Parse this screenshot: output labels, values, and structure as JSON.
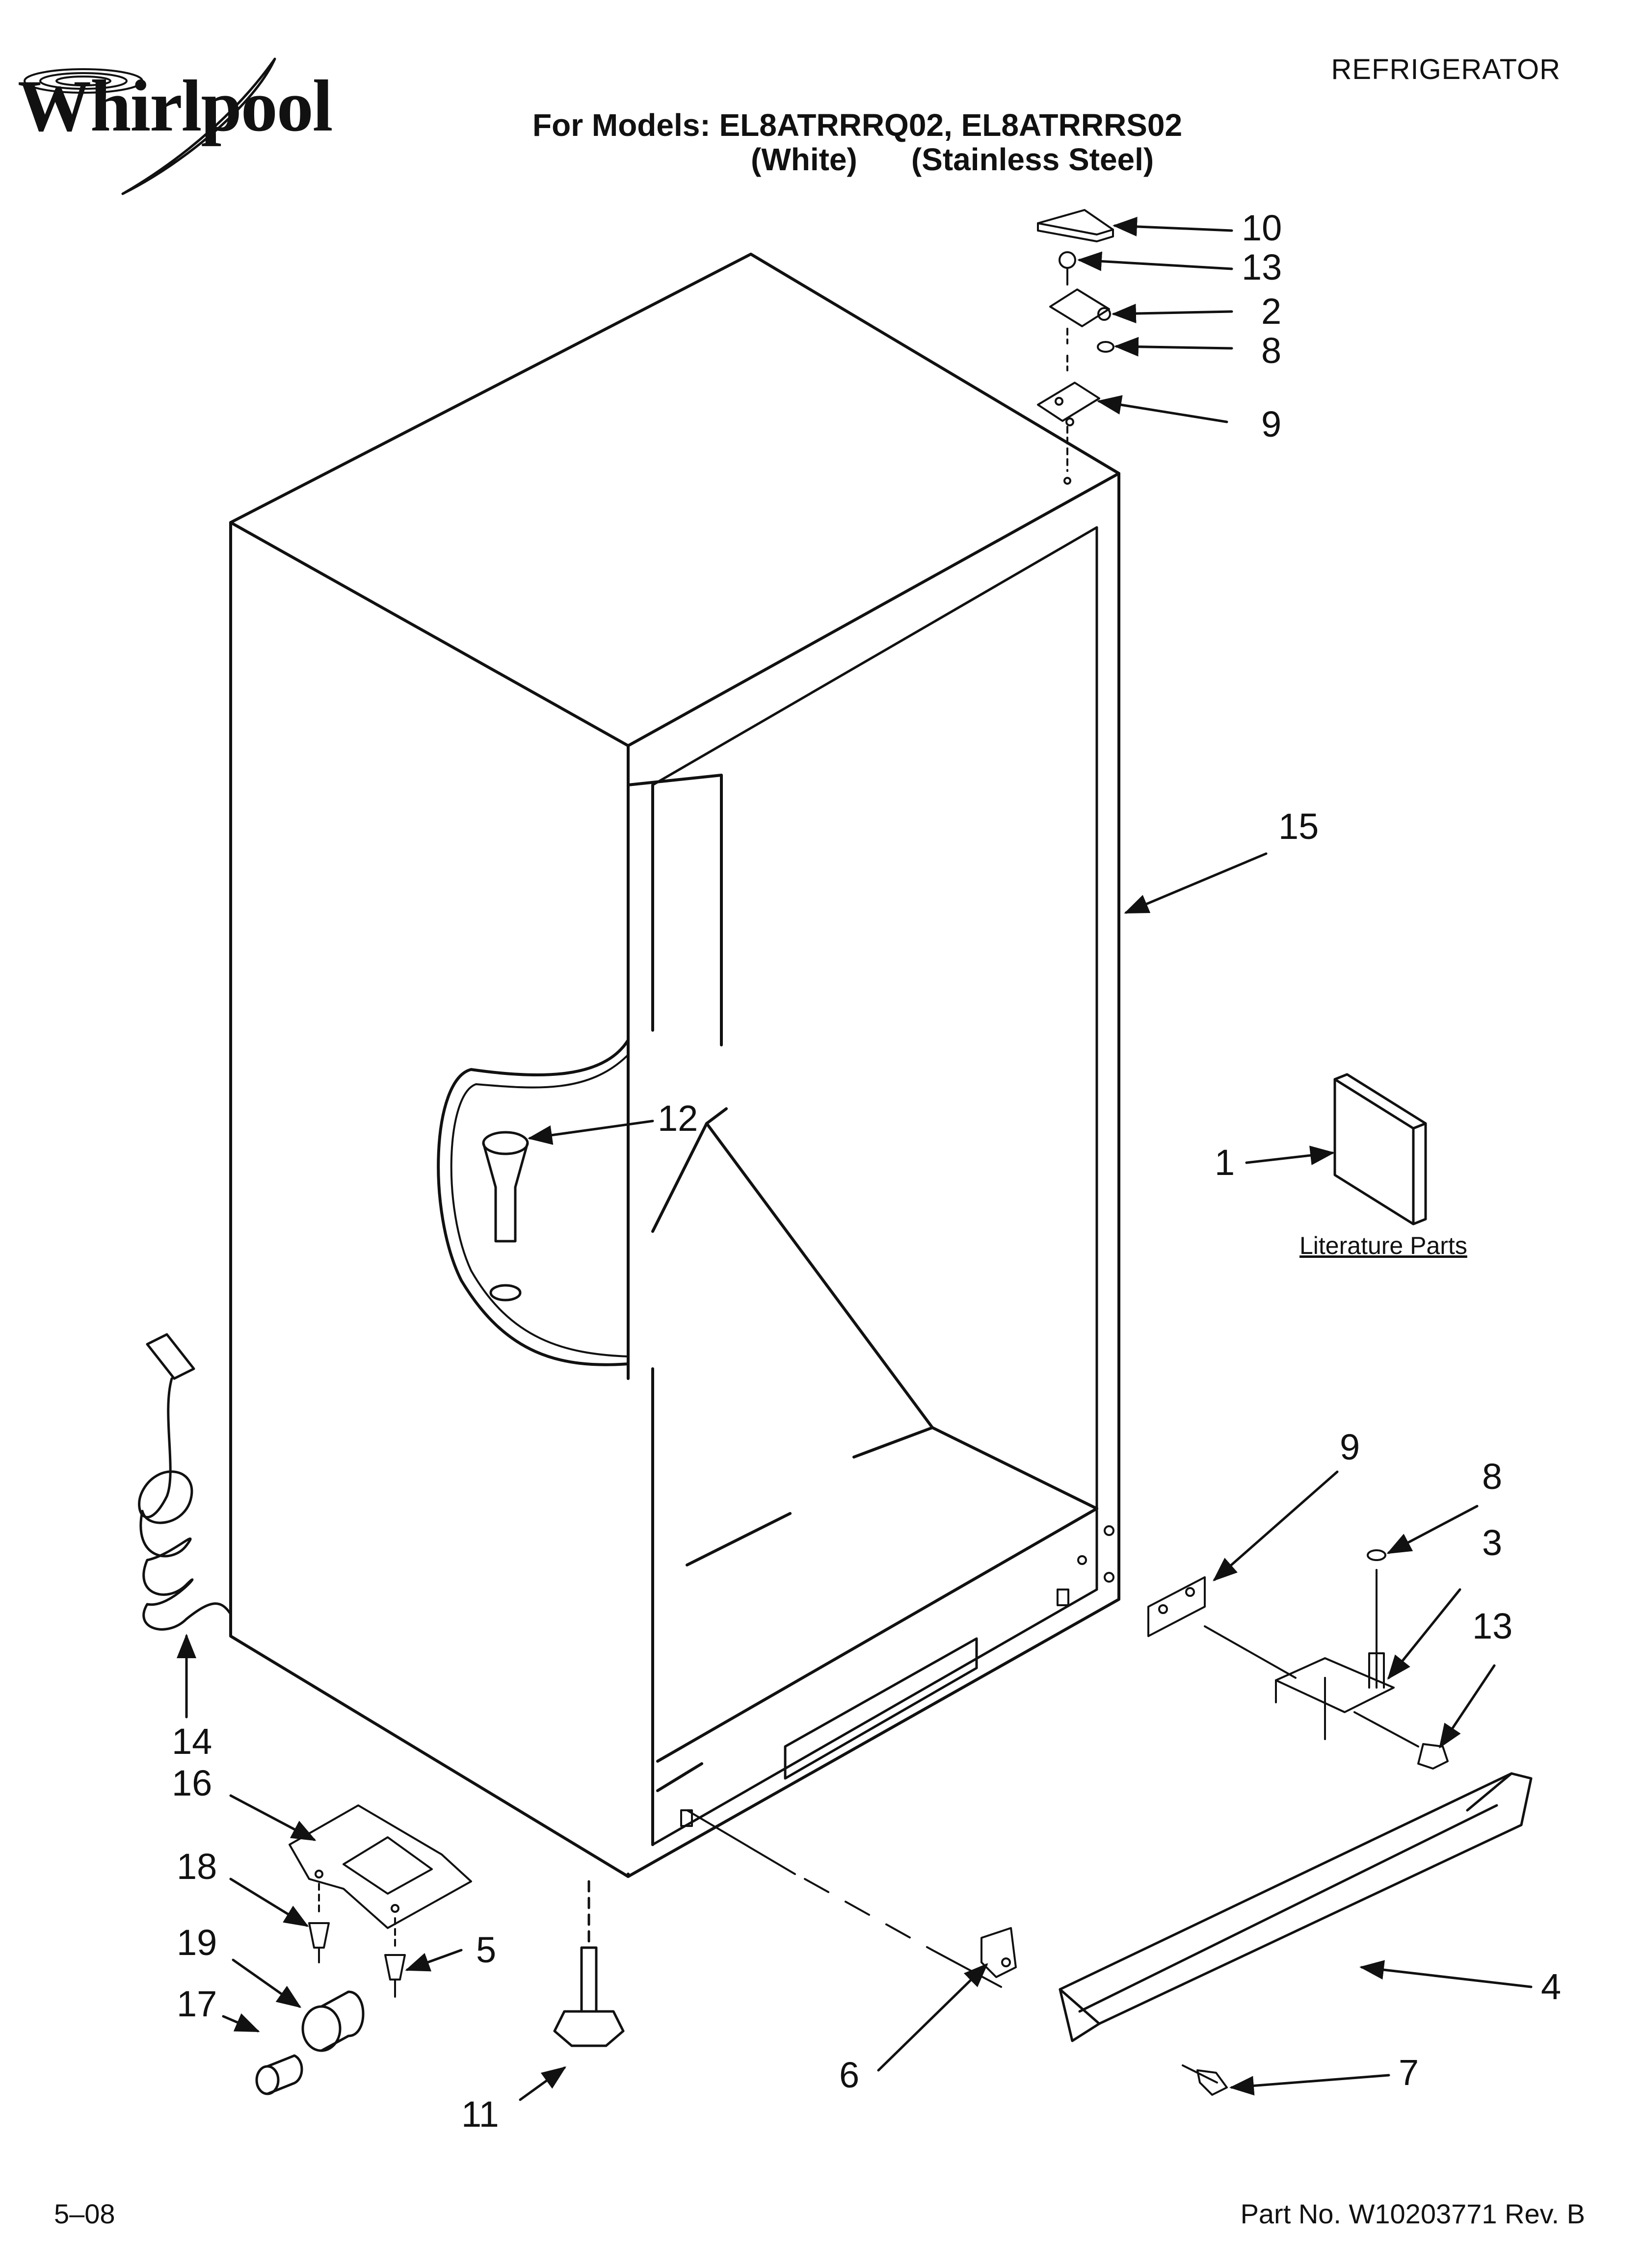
{
  "header": {
    "brand": "Whirlpool",
    "category": "REFRIGERATOR",
    "models_line": "For Models: EL8ATRRRQ02, EL8ATRRRS02",
    "color_white": "(White)",
    "color_stainless": "(Stainless Steel)"
  },
  "literature_label": "Literature Parts",
  "footer": {
    "date": "5–08",
    "part_number": "Part No. W10203771 Rev. B"
  },
  "callouts": {
    "c10": "10",
    "c13_top": "13",
    "c2": "2",
    "c8_top": "8",
    "c9_top": "9",
    "c15": "15",
    "c12": "12",
    "c1": "1",
    "c9_bottom": "9",
    "c8_bottom": "8",
    "c3": "3",
    "c13_bottom": "13",
    "c14": "14",
    "c16": "16",
    "c18": "18",
    "c5": "5",
    "c19": "19",
    "c17": "17",
    "c11": "11",
    "c6": "6",
    "c4": "4",
    "c7": "7"
  }
}
